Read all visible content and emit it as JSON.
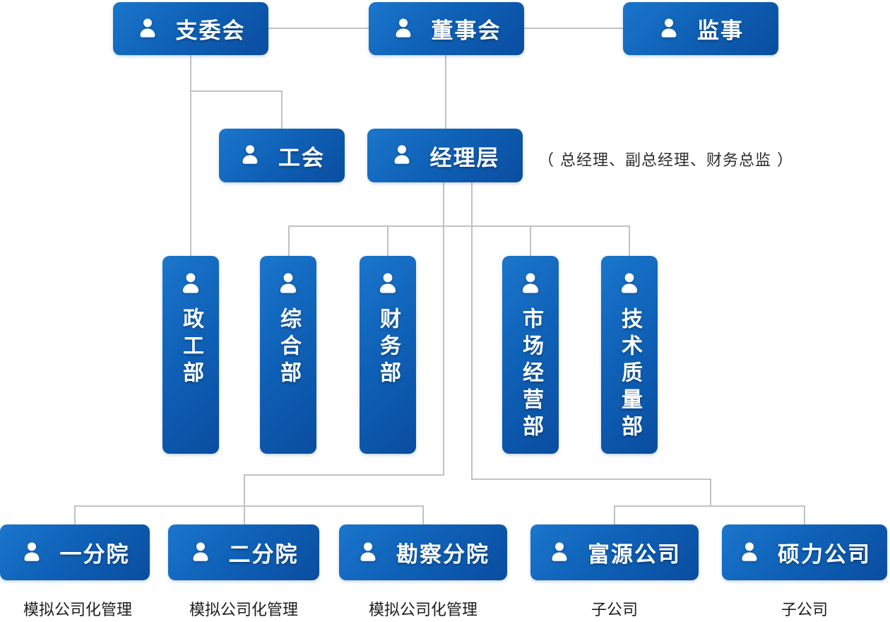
{
  "colors": {
    "box_gradient_start": "#1b76cc",
    "box_gradient_end": "#0a4da0",
    "connector": "#c2c2c2",
    "annotation_text": "#2e2e2e",
    "sublabel_text": "#1c1c1c",
    "box_text": "#ffffff"
  },
  "icons": {
    "person": "person-icon"
  },
  "org_chart": {
    "top_row": [
      {
        "label": "支委会"
      },
      {
        "label": "董事会"
      },
      {
        "label": "监事"
      }
    ],
    "middle_row": {
      "union": {
        "label": "工会"
      },
      "management": {
        "label": "经理层",
        "annotation": "（ 总经理、副总经理、财务总监 ）"
      }
    },
    "departments": [
      {
        "label": "政工部"
      },
      {
        "label": "综合部"
      },
      {
        "label": "财务部"
      },
      {
        "label": "市场经营部"
      },
      {
        "label": "技术质量部"
      }
    ],
    "bottom_row": [
      {
        "label": "一分院",
        "sublabel": "模拟公司化管理"
      },
      {
        "label": "二分院",
        "sublabel": "模拟公司化管理"
      },
      {
        "label": "勘察分院",
        "sublabel": "模拟公司化管理"
      },
      {
        "label": "富源公司",
        "sublabel": "子公司"
      },
      {
        "label": "硕力公司",
        "sublabel": "子公司"
      }
    ]
  }
}
